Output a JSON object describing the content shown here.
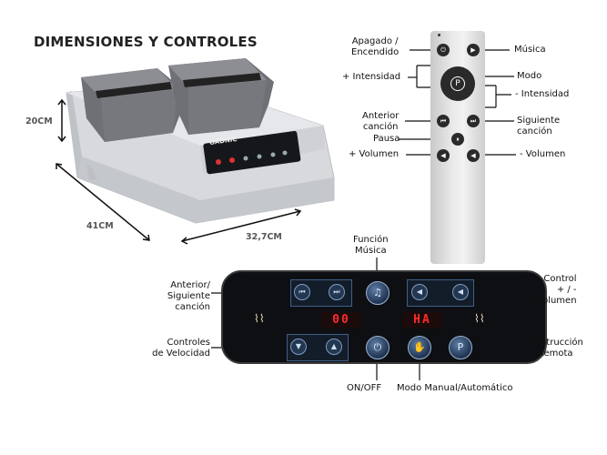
{
  "title": "DIMENSIONES Y CONTROLES",
  "brand": "GADNIC",
  "dimensions": {
    "height": "20CM",
    "depth": "41CM",
    "width": "32,7CM"
  },
  "remote_labels": {
    "power": "Apagado /\nEncendido",
    "music": "Música",
    "intensity_up": "+ Intensidad",
    "mode": "Modo",
    "intensity_down": "- Intensidad",
    "prev": "Anterior\ncanción",
    "next": "Siguiente\ncanción",
    "pause": "Pausa",
    "vol_up": "+ Volumen",
    "vol_down": "- Volumen"
  },
  "panel_labels": {
    "music_function": "Función\nMúsica",
    "prev_next": "Anterior/\nSiguiente\ncanción",
    "volume": "Control\n+ / -\nVolumen",
    "speed": "Controles\nde Velocidad",
    "remote": "Intrucción\nRemota",
    "onoff": "ON/OFF",
    "manual_auto": "Modo Manual/Automático"
  },
  "displays": {
    "left": "00",
    "right": "HA"
  },
  "colors": {
    "panel": "#0d0f12",
    "led": "#ff2a2a",
    "button": "#1f3350"
  }
}
